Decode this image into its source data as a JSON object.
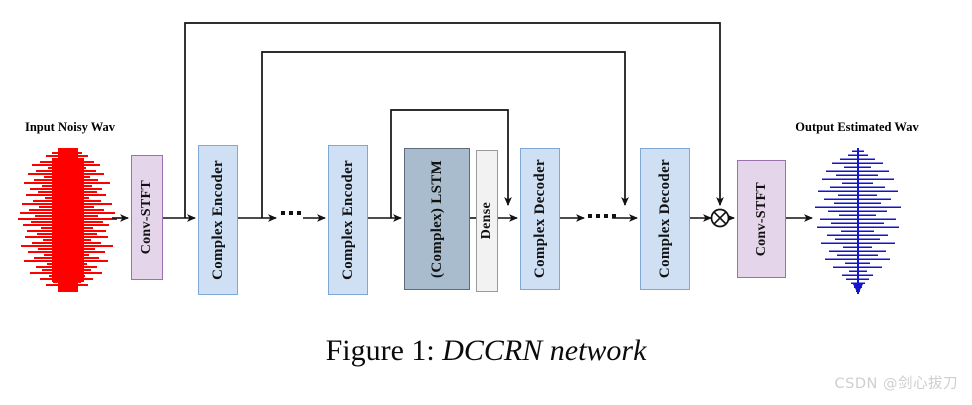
{
  "figure": {
    "caption_prefix": "Figure 1:",
    "caption_title": "DCCRN network",
    "watermark": "CSDN @剑心拔刀"
  },
  "labels": {
    "input_wave": "Input Noisy Wav",
    "output_wave": "Output Estimated Wav"
  },
  "colors": {
    "input_wave": "#FF0000",
    "output_wave": "#1414CC",
    "stft_fill": "#e4d5ea",
    "stft_border": "#9c6fae",
    "encoder_fill": "#cfe0f5",
    "encoder_border": "#7fa8d8",
    "lstm_fill": "#a8bccd",
    "lstm_border": "#5c6e7d",
    "dense_fill": "#f2f2f2",
    "dense_border": "#9a9a9a",
    "wire": "#111111",
    "watermark": "#cfcfcf"
  },
  "blocks": {
    "conv_stft_in": "Conv-STFT",
    "encoder_1": "Complex Encoder",
    "encoder_2": "Complex Encoder",
    "lstm": "(Complex) LSTM",
    "dense": "Dense",
    "decoder_1": "Complex Decoder",
    "decoder_2": "Complex Decoder",
    "conv_stft_out": "Conv-STFT",
    "multiply_node": "⊗"
  },
  "flow": {
    "ellipsis_encoder": "...",
    "ellipsis_decoder": "...."
  }
}
